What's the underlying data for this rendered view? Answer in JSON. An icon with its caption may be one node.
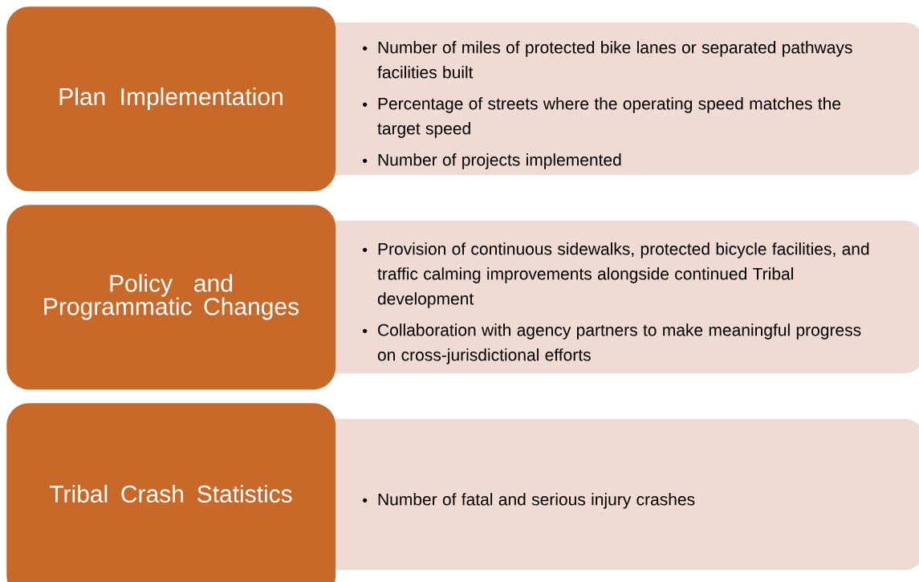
{
  "diagram": {
    "nodes": [
      {
        "text": [
          "Plan Implementation"
        ]
      },
      {
        "text": [
          "Number of miles of protected bike lanes or separated pathways facilities built",
          "Percentage of streets where the operating speed matches the target speed",
          "Number of projects implemented"
        ]
      },
      {
        "text": [
          "Policy and Programmatic Changes"
        ]
      },
      {
        "text": [
          "Provision of continuous sidewalks, protected bicycle facilities, and traffic calming improvements alongside continued Tribal development",
          "Collaboration with agency partners to make meaningful progress on cross-jurisdictional efforts"
        ]
      },
      {
        "text": [
          "Tribal Crash Statistics"
        ]
      },
      {
        "text": [
          "Number of fatal and serious injury crashes"
        ]
      }
    ]
  }
}
